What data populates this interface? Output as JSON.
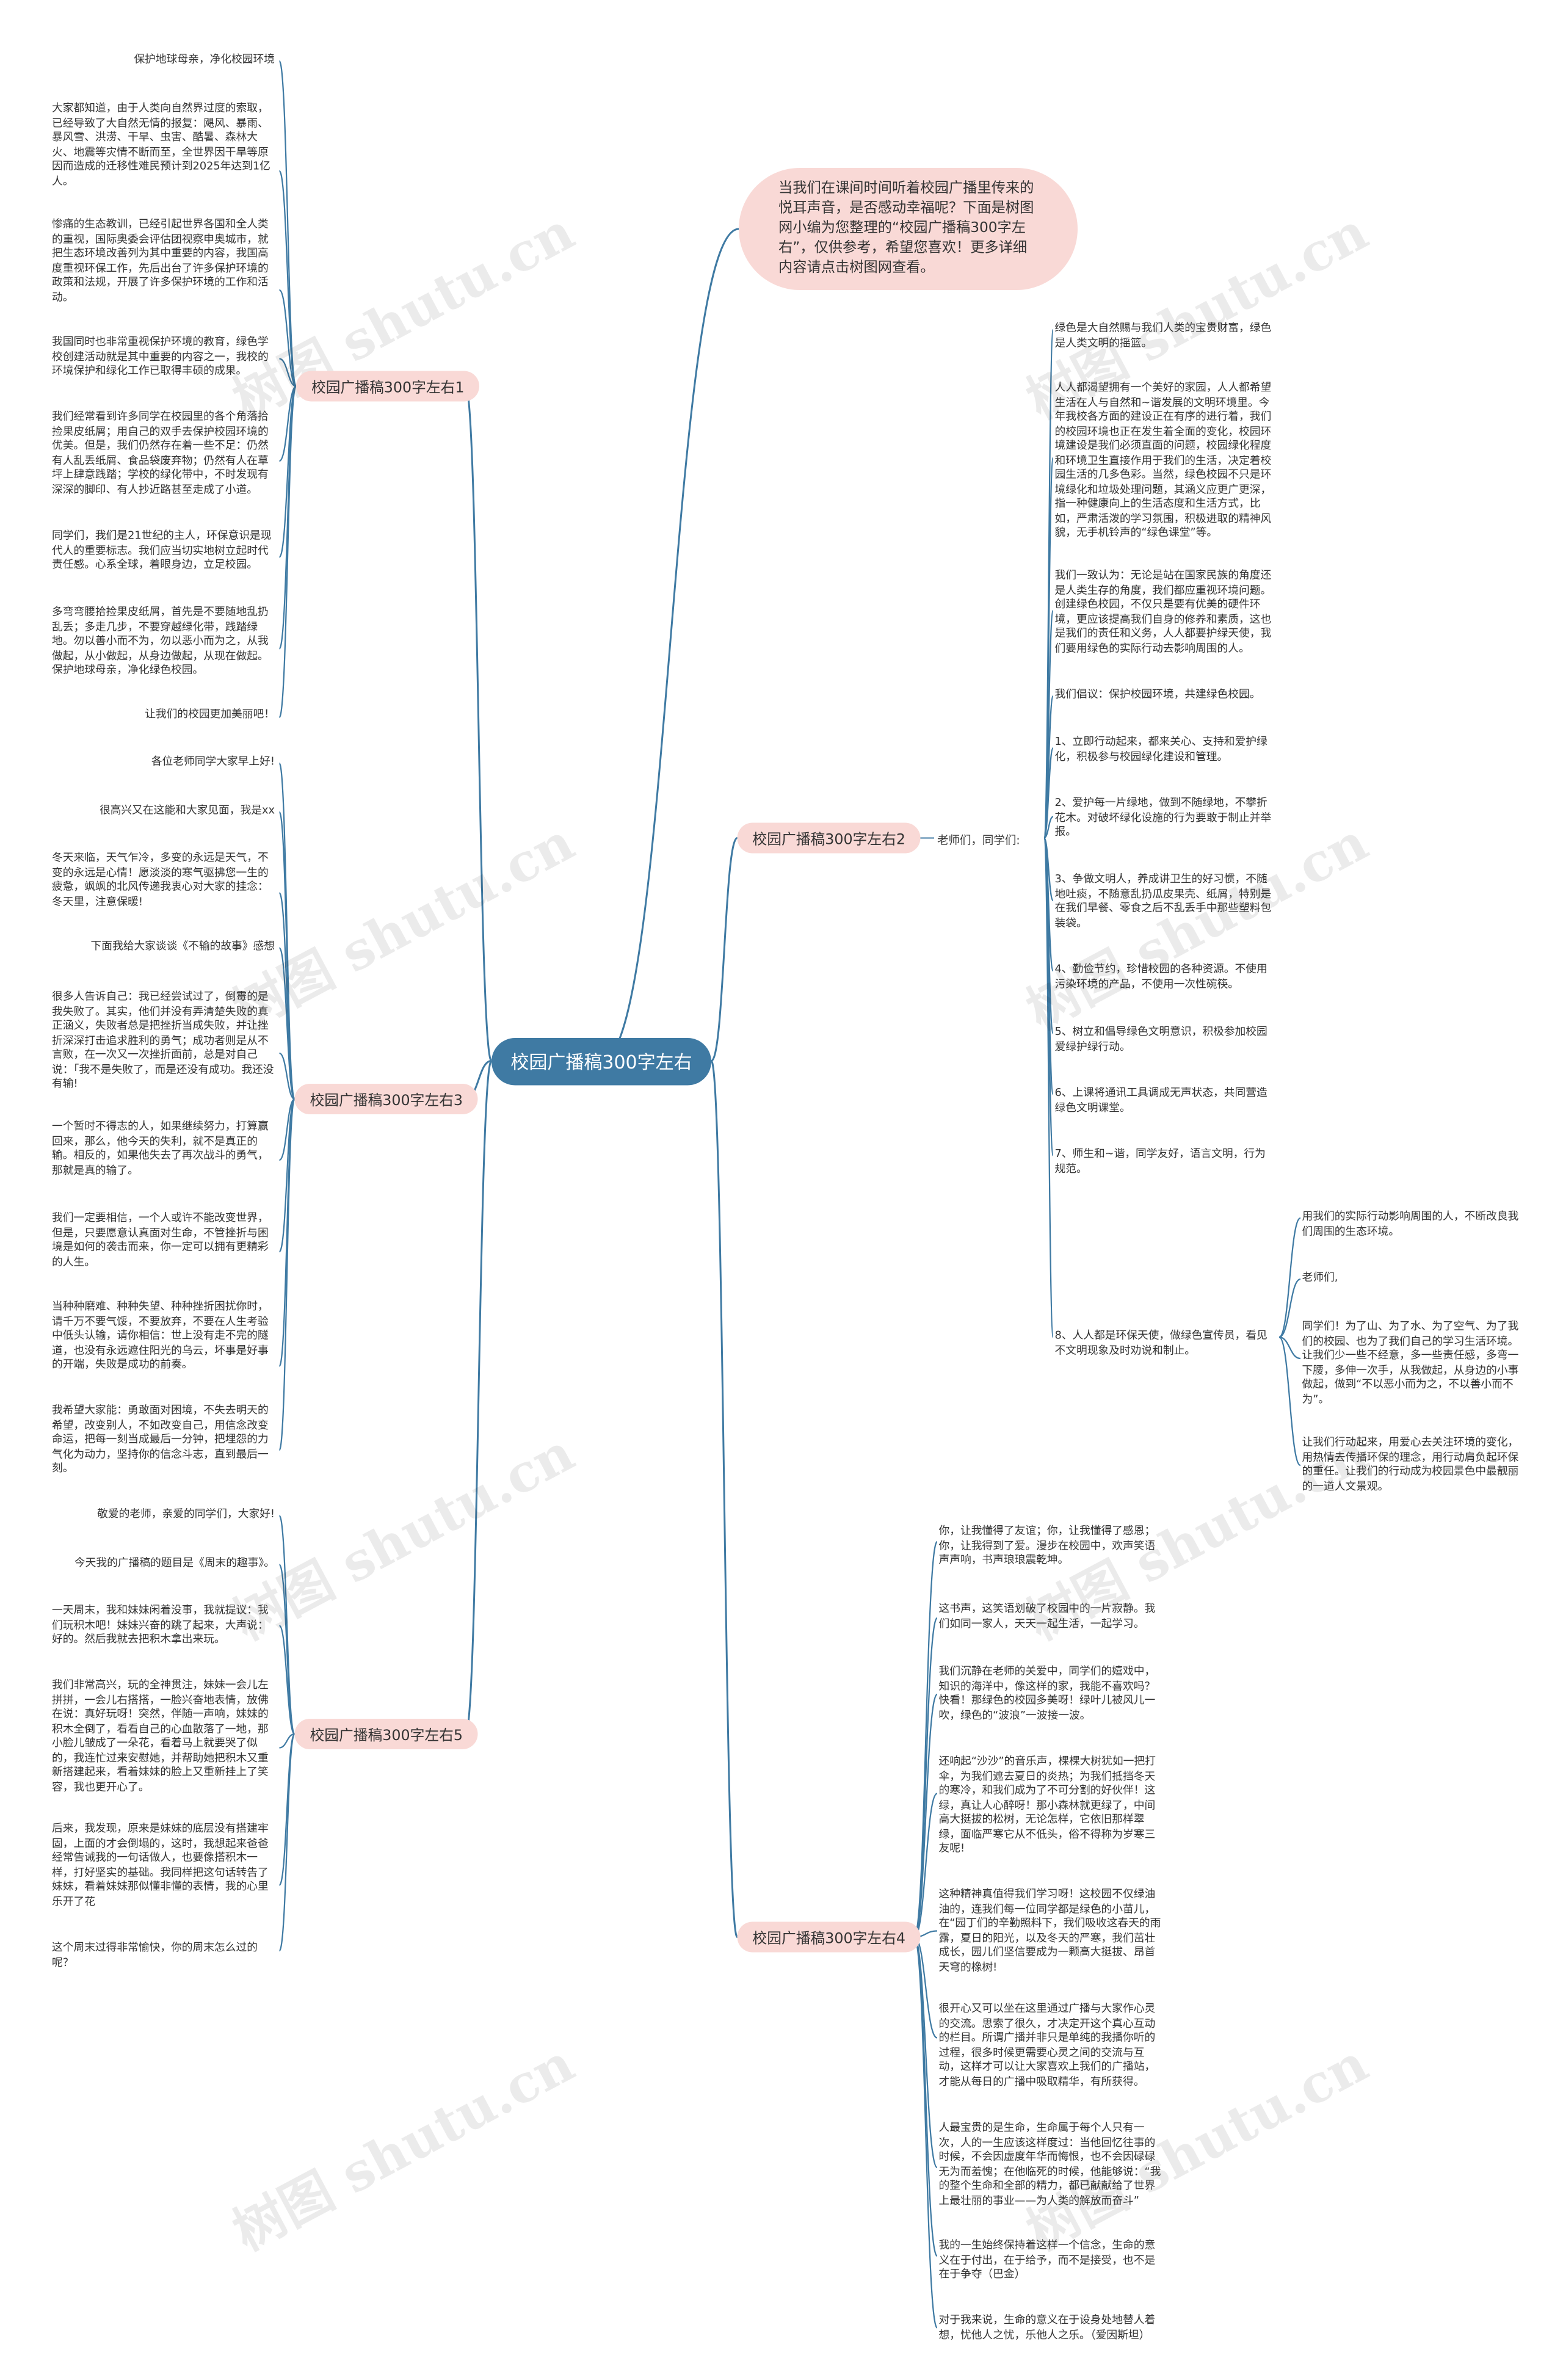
{
  "watermark": "树图 shutu.cn",
  "root": "校园广播稿300字左右",
  "intro": "当我们在课间时间听着校园广播里传来的悦耳声音，是否感动幸福呢？下面是树图网小编为您整理的“校园广播稿300字左右”，仅供参考，希望您喜欢！更多详细内容请点击树图网查看。",
  "branches": {
    "b1": {
      "label": "校园广播稿300字左右1",
      "items": [
        "保护地球母亲，净化校园环境",
        "大家都知道，由于人类向自然界过度的索取，已经导致了大自然无情的报复：飓风、暴雨、暴风雪、洪涝、干旱、虫害、酷暑、森林大火、地震等灾情不断而至，全世界因干旱等原因而造成的迁移性难民预计到2025年达到1亿人。",
        "惨痛的生态教训，已经引起世界各国和全人类的重视，国际奥委会评估团视察申奥城市，就把生态环境改善列为其中重要的内容，我国高度重视环保工作，先后出台了许多保护环境的政策和法规，开展了许多保护环境的工作和活动。",
        "我国同时也非常重视保护环境的教育，绿色学校创建活动就是其中重要的内容之一，我校的环境保护和绿化工作已取得丰硕的成果。",
        "我们经常看到许多同学在校园里的各个角落拾捡果皮纸屑；用自己的双手去保护校园环境的优美。但是，我们仍然存在着一些不足：仍然有人乱丢纸屑、食品袋废弃物；仍然有人在草坪上肆意践踏；学校的绿化带中，不时发现有深深的脚印、有人抄近路甚至走成了小道。",
        "同学们，我们是21世纪的主人，环保意识是现代人的重要标志。我们应当切实地树立起时代责任感。心系全球，着眼身边，立足校园。",
        "多弯弯腰拾捡果皮纸屑，首先是不要随地乱扔乱丢；多走几步，不要穿越绿化带，践踏绿地。勿以善小而不为，勿以恶小而为之，从我做起，从小做起，从身边做起，从现在做起。保护地球母亲，净化绿色校园。",
        "让我们的校园更加美丽吧！"
      ]
    },
    "b2": {
      "label": "校园广播稿300字左右2",
      "sub": "老师们，同学们:",
      "items": [
        "绿色是大自然赐与我们人类的宝贵财富，绿色是人类文明的摇篮。",
        "人人都渴望拥有一个美好的家园，人人都希望生活在人与自然和~谐发展的文明环境里。今年我校各方面的建设正在有序的进行着，我们的校园环境也正在发生着全面的变化，校园环境建设是我们必须直面的问题，校园绿化程度和环境卫生直接作用于我们的生活，决定着校园生活的几多色彩。当然，绿色校园不只是环境绿化和垃圾处理问题，其涵义应更广更深，指一种健康向上的生活态度和生活方式，比如，严肃活泼的学习氛围，积极进取的精神风貌，无手机铃声的“绿色课堂”等。",
        "我们一致认为：无论是站在国家民族的角度还是人类生存的角度，我们都应重视环境问题。创建绿色校园，不仅只是要有优美的硬件环境，更应该提高我们自身的修养和素质，这也是我们的责任和义务，人人都要护绿天使，我们要用绿色的实际行动去影响周围的人。",
        "我们倡议：保护校园环境，共建绿色校园。",
        "1、立即行动起来，都来关心、支持和爱护绿化，积极参与校园绿化建设和管理。",
        "2、爱护每一片绿地，做到不随绿地，不攀折花木。对破坏绿化设施的行为要敢于制止并举报。",
        "3、争做文明人，养成讲卫生的好习惯，不随地吐痰，不随意乱扔瓜皮果壳、纸屑，特别是在我们早餐、零食之后不乱丢手中那些塑料包装袋。",
        "4、勤俭节约，珍惜校园的各种资源。不使用污染环境的产品，不使用一次性碗筷。",
        "5、树立和倡导绿色文明意识，积极参加校园爱绿护绿行动。",
        "6、上课将通讯工具调成无声状态，共同营造绿色文明课堂。",
        "7、师生和~谐，同学友好，语言文明，行为规范。",
        "8、人人都是环保天使，做绿色宣传员，看见不文明现象及时劝说和制止。"
      ],
      "sub8": [
        "用我们的实际行动影响周围的人，不断改良我们周围的生态环境。",
        "老师们,",
        "同学们！为了山、为了水、为了空气、为了我们的校园、也为了我们自己的学习生活环境。让我们少一些不经意，多一些责任感，多弯一下腰，多伸一次手，从我做起，从身边的小事做起，做到“不以恶小而为之，不以善小而不为”。",
        "让我们行动起来，用爱心去关注环境的变化，用热情去传播环保的理念，用行动肩负起环保的重任。让我们的行动成为校园景色中最靓丽的一道人文景观。"
      ]
    },
    "b3": {
      "label": "校园广播稿300字左右3",
      "items": [
        "各位老师同学大家早上好!",
        "很高兴又在这能和大家见面，我是xx",
        "冬天来临，天气乍冷，多变的永远是天气，不变的永远是心情！愿淡淡的寒气驱拂您一生的疲惫，飒飒的北风传递我衷心对大家的挂念：冬天里，注意保暖!",
        "下面我给大家谈谈《不输的故事》感想",
        "很多人告诉自己：我已经尝试过了，倒霉的是我失败了。其实，他们并没有弄清楚失败的真正涵义，失败者总是把挫折当成失败，并让挫折深深打击追求胜利的勇气；成功者则是从不言败，在一次又一次挫折面前，总是对自己说：「我不是失败了，而是还没有成功。我还没有输!",
        "一个暂时不得志的人，如果继续努力，打算赢回来，那么，他今天的失利，就不是真正的输。相反的，如果他失去了再次战斗的勇气，那就是真的输了。",
        "我们一定要相信，一个人或许不能改变世界，但是，只要愿意认真面对生命，不管挫折与困境是如何的袭击而来，你一定可以拥有更精彩的人生。",
        "当种种磨难、种种失望、种种挫折困扰你时，请千万不要气馁，不要放弃，不要在人生考验中低头认输，请你相信：世上没有走不完的隧道，也没有永远遮住阳光的乌云，坏事是好事的开端，失败是成功的前奏。",
        "我希望大家能：勇敢面对困境，不失去明天的希望，改变别人，不如改变自己，用信念改变命运，把每一刻当成最后一分钟，把埋怨的力气化为动力，坚持你的信念斗志，直到最后一刻。"
      ]
    },
    "b4": {
      "label": "校园广播稿300字左右4",
      "items": [
        "你，让我懂得了友谊；你，让我懂得了感恩；你，让我得到了爱。漫步在校园中，欢声笑语声声响，书声琅琅震乾坤。",
        "这书声，这笑语划破了校园中的一片寂静。我们如同一家人，天天一起生活，一起学习。",
        "我们沉静在老师的关爱中，同学们的嬉戏中，知识的海洋中，像这样的家，我能不喜欢吗？快看！那绿色的校园多美呀！绿叶儿被风儿一吹，绿色的“波浪”一波接一波。",
        "还响起“沙沙”的音乐声，棵棵大树犹如一把打伞，为我们遮去夏日的炎热；为我们抵挡冬天的寒冷，和我们成为了不可分割的好伙伴！这绿，真让人心醉呀！那小森林就更绿了，中间高大挺拔的松树，无论怎样，它依旧那样翠绿，面临严寒它从不低头，俗不得称为岁寒三友呢!",
        "这种精神真值得我们学习呀！这校园不仅绿油油的，连我们每一位同学都是绿色的小苗儿，在“园丁们的辛勤照料下，我们吸收这春天的雨露，夏日的阳光，以及冬天的严寒，我们茁壮成长，园儿们坚信要成为一颗高大挺拔、昂首天穹的橡树!",
        "很开心又可以坐在这里通过广播与大家作心灵的交流。思索了很久，才决定开这个真心互动的栏目。所谓广播并非只是单纯的我播你听的过程，很多时候更需要心灵之间的交流与互动，这样才可以让大家喜欢上我们的广播站，才能从每日的广播中吸取精华，有所获得。",
        "人最宝贵的是生命，生命属于每个人只有一次，人的一生应该这样度过：当他回忆往事的时候，不会因虚度年华而悔恨，也不会因碌碌无为而羞愧；在他临死的时候，他能够说：“我的整个生命和全部的精力，都已献献给了世界上最壮丽的事业——为人类的解放而奋斗”",
        "我的一生始终保持着这样一个信念，生命的意义在于付出，在于给予，而不是接受，也不是在于争夺（巴金）",
        "对于我来说，生命的意义在于设身处地替人着想，忧他人之忧，乐他人之乐。（爱因斯坦）"
      ]
    },
    "b5": {
      "label": "校园广播稿300字左右5",
      "items": [
        "敬爱的老师，亲爱的同学们，大家好!",
        "今天我的广播稿的题目是《周末的趣事》。",
        "一天周末，我和妹妹闲着没事，我就提议：我们玩积木吧！妹妹兴奋的跳了起来，大声说：好的。然后我就去把积木拿出来玩。",
        "我们非常高兴，玩的全神贯注，妹妹一会儿左拼拼，一会儿右搭搭，一脸兴奋地表情，放佛在说：真好玩呀！突然，伴随一声响，妹妹的积木全倒了，看看自己的心血散落了一地，那小脸儿皱成了一朵花，看着马上就要哭了似的，我连忙过来安慰她，并帮助她把积木又重新搭建起来，看着妹妹的脸上又重新挂上了笑容，我也更开心了。",
        "后来，我发现，原来是妹妹的底层没有搭建牢固，上面的才会倒塌的，这时，我想起来爸爸经常告诫我的一句话做人，也要像搭积木一样，打好坚实的基础。我同样把这句话转告了妹妹，看着妹妹那似懂非懂的表情，我的心里乐开了花",
        "这个周末过得非常愉快，你的周末怎么过的呢？"
      ]
    }
  }
}
